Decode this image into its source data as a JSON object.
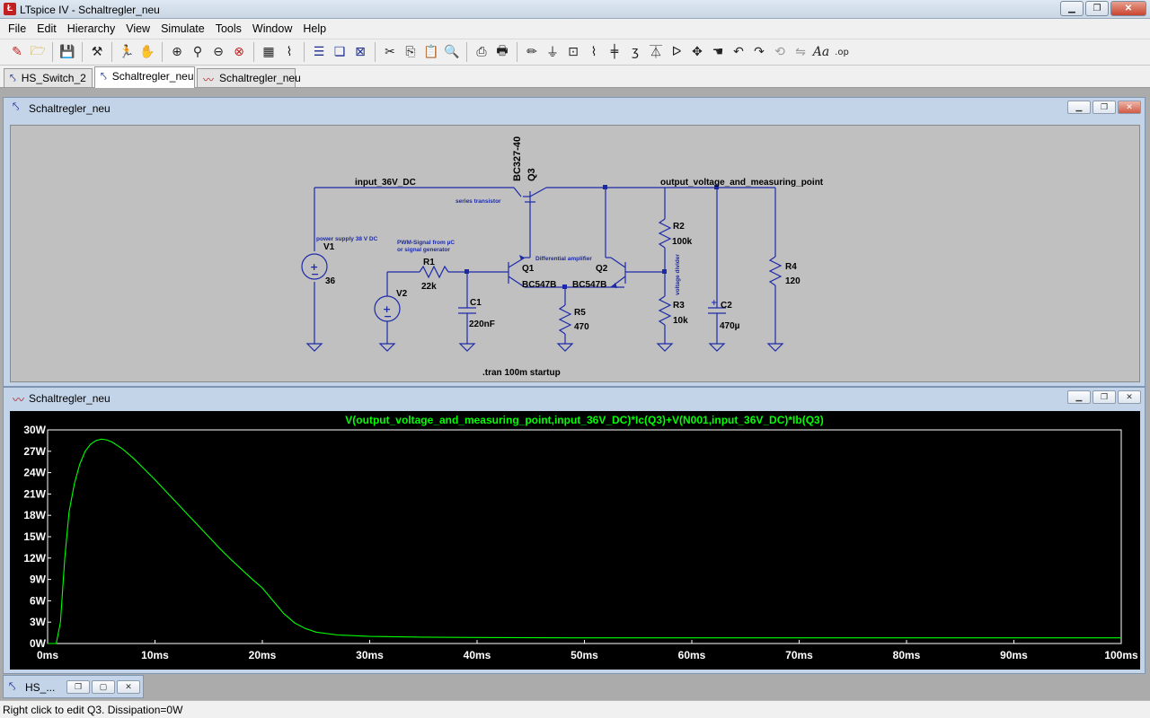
{
  "window": {
    "title": "LTspice IV - Schaltregler_neu",
    "app_icon": "ltspice-icon"
  },
  "menu": [
    "File",
    "Edit",
    "Hierarchy",
    "View",
    "Simulate",
    "Tools",
    "Window",
    "Help"
  ],
  "doc_tabs": [
    {
      "label": "HS_Switch_2",
      "icon": "schematic-icon"
    },
    {
      "label": "Schaltregler_neu",
      "icon": "schematic-icon"
    },
    {
      "label": "Schaltregler_neu",
      "icon": "waveform-icon"
    }
  ],
  "schematic_window": {
    "title": "Schaltregler_neu",
    "nets": {
      "input": "input_36V_DC",
      "output": "output_voltage_and_measuring_point"
    },
    "components": {
      "q3_model": "BC327-40",
      "q3_name": "Q3",
      "q3_note": "series transistor",
      "v1_note": "power supply 38 V DC",
      "v1_name": "V1",
      "v1_value": "36",
      "pwm_note_line1": "PWM-Signal from µC",
      "pwm_note_line2": "or signal generator",
      "v2_name": "V2",
      "r1_name": "R1",
      "r1_value": "22k",
      "c1_name": "C1",
      "c1_value": "220nF",
      "diff_note": "Differential amplifier",
      "q1_name": "Q1",
      "q1_model": "BC547B",
      "q2_name": "Q2",
      "q2_model": "BC547B",
      "r5_name": "R5",
      "r5_value": "470",
      "r2_name": "R2",
      "r2_value": "100k",
      "r3_name": "R3",
      "r3_value": "10k",
      "divider_note": "voltage divider",
      "c2_name": "C2",
      "c2_value": "470µ",
      "r4_name": "R4",
      "r4_value": "120"
    },
    "directive": ".tran 100m startup"
  },
  "waveform_window": {
    "title": "Schaltregler_neu",
    "trace_color": "#00ff00",
    "axis_color": "#ffffff"
  },
  "chart_data": {
    "type": "line",
    "title": "V(output_voltage_and_measuring_point,input_36V_DC)*Ic(Q3)+V(N001,input_36V_DC)*Ib(Q3)",
    "xlabel": "",
    "ylabel": "",
    "xlim": [
      0,
      100
    ],
    "ylim": [
      0,
      30
    ],
    "x_tick_labels": [
      "0ms",
      "10ms",
      "20ms",
      "30ms",
      "40ms",
      "50ms",
      "60ms",
      "70ms",
      "80ms",
      "90ms",
      "100ms"
    ],
    "y_tick_labels": [
      "0W",
      "3W",
      "6W",
      "9W",
      "12W",
      "15W",
      "18W",
      "21W",
      "24W",
      "27W",
      "30W"
    ],
    "series": [
      {
        "x": [
          0,
          0.8,
          1.2,
          1.6,
          2,
          2.5,
          3,
          3.5,
          4,
          4.5,
          5,
          5.5,
          6,
          7,
          8,
          9,
          10,
          11,
          12,
          13,
          14,
          15,
          16,
          17,
          18,
          19,
          20,
          21,
          22,
          23,
          24,
          25,
          27,
          30,
          35,
          40,
          50,
          60,
          70,
          80,
          90,
          100
        ],
        "y": [
          0,
          0,
          3,
          12,
          18.5,
          22.5,
          25.2,
          27,
          28,
          28.5,
          28.7,
          28.6,
          28.3,
          27.3,
          26,
          24.5,
          23,
          21.4,
          19.8,
          18.2,
          16.6,
          15,
          13.4,
          11.9,
          10.5,
          9.1,
          7.8,
          6,
          4.2,
          2.9,
          2.1,
          1.6,
          1.2,
          1.0,
          0.9,
          0.85,
          0.8,
          0.8,
          0.8,
          0.8,
          0.8,
          0.8
        ]
      }
    ]
  },
  "minimized_window": {
    "title": "HS_..."
  },
  "status": "Right click to edit Q3.  Dissipation=0W"
}
